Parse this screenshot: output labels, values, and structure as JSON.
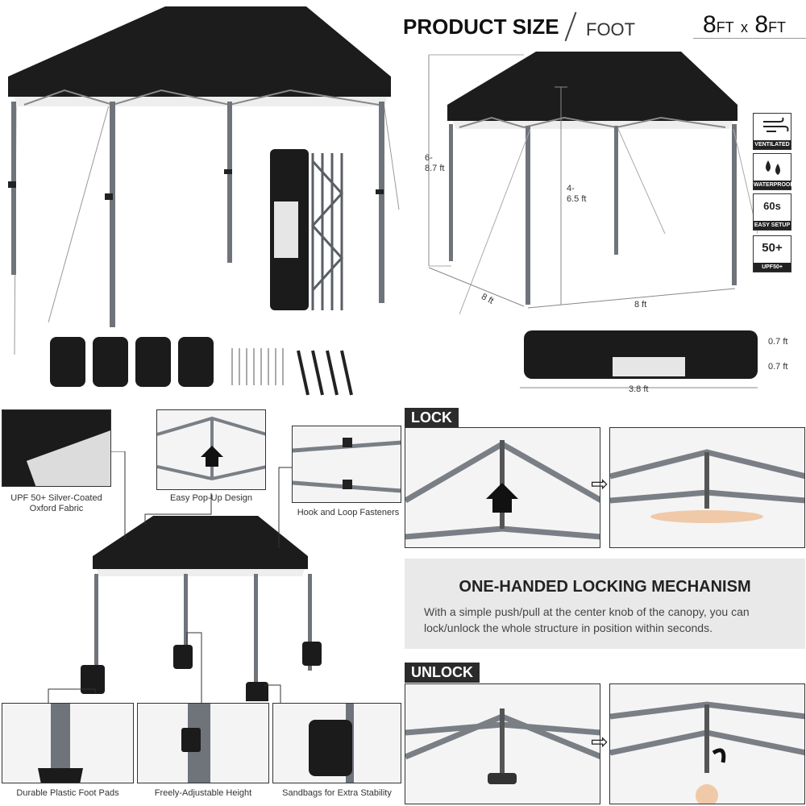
{
  "header": {
    "title": "PRODUCT SIZE",
    "unit": "FOOT",
    "size_a": "8",
    "size_a_unit": "FT",
    "size_x": "x",
    "size_b": "8",
    "size_b_unit": "FT"
  },
  "dimensions": {
    "height_total": "6-\n8.7 ft",
    "height_inner": "4-\n6.5 ft",
    "depth": "8 ft",
    "width": "8 ft",
    "bag_h1": "0.7 ft",
    "bag_h2": "0.7 ft",
    "bag_len": "3.8 ft"
  },
  "features": [
    {
      "label": "VENTILATED",
      "icon": "wind-icon"
    },
    {
      "label": "WATERPROOF",
      "icon": "water-drops-icon"
    },
    {
      "label": "EASY SETUP",
      "icon": "timer-icon",
      "text": "60s"
    },
    {
      "label": "UPF50+",
      "icon": "sun-icon",
      "text": "50+"
    }
  ],
  "callouts": {
    "fabric": "UPF 50+ Silver-Coated\nOxford Fabric",
    "popup": "Easy Pop-Up Design",
    "hook": "Hook and Loop Fasteners",
    "foot": "Durable Plastic Foot Pads",
    "height": "Freely-Adjustable Height",
    "sandbag": "Sandbags for Extra Stability"
  },
  "lock": {
    "tag": "LOCK",
    "heading": "ONE-HANDED LOCKING MECHANISM",
    "body": "With a simple push/pull at the center knob of the canopy, you can lock/unlock the whole structure in position within seconds."
  },
  "unlock": {
    "tag": "UNLOCK"
  },
  "colors": {
    "canopy": "#1c1c1c",
    "frame": "#7a7f86",
    "panel": "#e9e9e9"
  }
}
